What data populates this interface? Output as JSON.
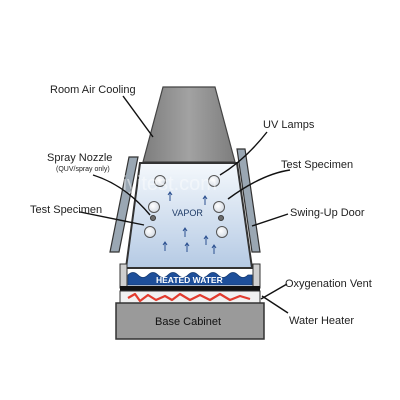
{
  "labels": {
    "room_air_cooling": "Room Air Cooling",
    "uv_lamps": "UV Lamps",
    "spray_nozzle": "Spray Nozzle",
    "spray_nozzle_note": "(QUV/spray only)",
    "test_specimen_right": "Test Specimen",
    "test_specimen_left": "Test Specimen",
    "swing_up_door": "Swing-Up Door",
    "oxygenation_vent": "Oxygenation Vent",
    "water_heater": "Water Heater",
    "base_cabinet": "Base Cabinet",
    "vapor": "VAPOR",
    "heated_water": "HEATED WATER"
  },
  "watermark": "liyitest.com",
  "colors": {
    "chimney": "#8f8f8f",
    "chamber_top": "#f2f6fb",
    "chamber_bottom": "#b9cde6",
    "water": "#1e4f9a",
    "heater_wire": "#e23b2e",
    "base": "#9a9a9a",
    "door": "#9aa7b3"
  }
}
